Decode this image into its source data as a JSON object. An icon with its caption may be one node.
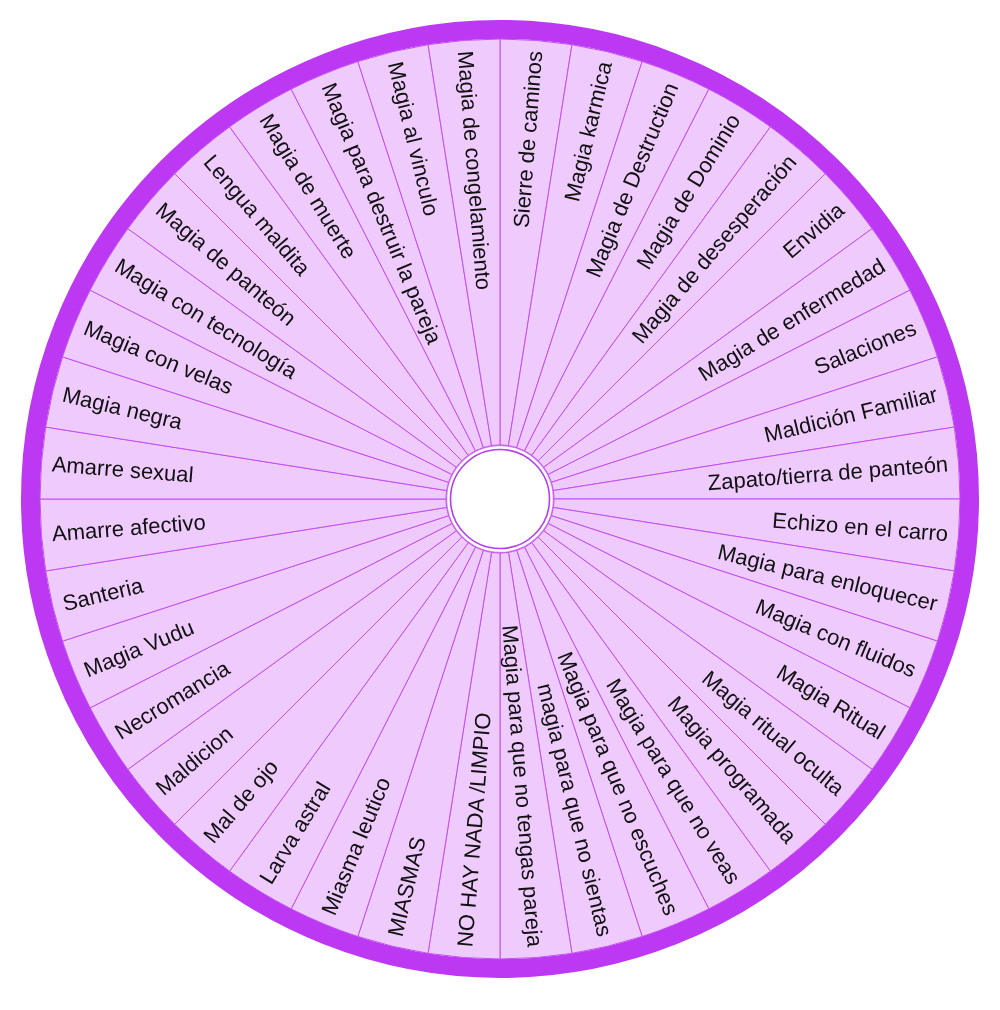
{
  "diagram": {
    "nodes": [
      {
        "text": [
          "Sierre de caminos"
        ]
      },
      {
        "text": [
          "Magia karmica"
        ]
      },
      {
        "text": [
          "Magia de Destruction"
        ]
      },
      {
        "text": [
          "Magia de Dominio"
        ]
      },
      {
        "text": [
          "Magia de desesperación"
        ]
      },
      {
        "text": [
          "Envidia"
        ]
      },
      {
        "text": [
          "Magia de enfermedad"
        ]
      },
      {
        "text": [
          "Salaciones"
        ]
      },
      {
        "text": [
          "Maldición Familiar"
        ]
      },
      {
        "text": [
          "Zapato/tierra de panteón"
        ]
      },
      {
        "text": [
          "Echizo en el carro"
        ]
      },
      {
        "text": [
          "Magia para enloquecer"
        ]
      },
      {
        "text": [
          "Magia con fluidos"
        ]
      },
      {
        "text": [
          "Magia Ritual"
        ]
      },
      {
        "text": [
          "Magia ritual oculta"
        ]
      },
      {
        "text": [
          "Magia programada"
        ]
      },
      {
        "text": [
          "Magia para que no veas"
        ]
      },
      {
        "text": [
          "Magia para que no escuches"
        ]
      },
      {
        "text": [
          "magia para que no sientas"
        ]
      },
      {
        "text": [
          "Magia para que no tengas pareja"
        ]
      },
      {
        "text": [
          "NO HAY NADA /LIMPIO"
        ]
      },
      {
        "text": [
          "MIASMAS"
        ]
      },
      {
        "text": [
          "Miasma leutico"
        ]
      },
      {
        "text": [
          "Larva astral"
        ]
      },
      {
        "text": [
          "Mal de ojo"
        ]
      },
      {
        "text": [
          "Maldicion"
        ]
      },
      {
        "text": [
          "Necromancia"
        ]
      },
      {
        "text": [
          "Magia Vudu"
        ]
      },
      {
        "text": [
          "Santeria"
        ]
      },
      {
        "text": [
          "Amarre afectivo"
        ]
      },
      {
        "text": [
          "Amarre sexual"
        ]
      },
      {
        "text": [
          "Magia negra"
        ]
      },
      {
        "text": [
          "Magia con velas"
        ]
      },
      {
        "text": [
          "Magia con tecnología"
        ]
      },
      {
        "text": [
          "Magia de panteón"
        ]
      },
      {
        "text": [
          "Lengua maldita"
        ]
      },
      {
        "text": [
          "Magia de muerte"
        ]
      },
      {
        "text": [
          "Magia para destruir la pareja"
        ]
      },
      {
        "text": [
          "Magia al vinculo"
        ]
      },
      {
        "text": [
          "Magia de congelamiento"
        ]
      }
    ]
  }
}
